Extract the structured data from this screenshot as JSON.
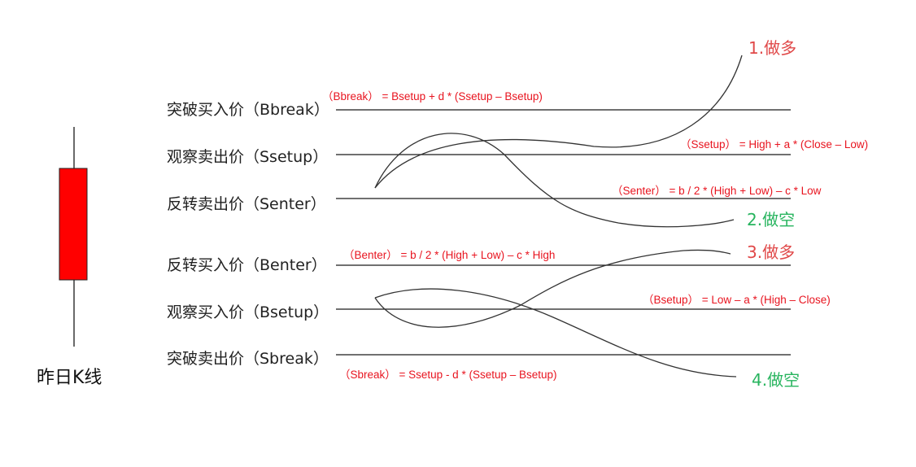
{
  "candle": {
    "caption": "昨日K线",
    "body_color": "#ff0000"
  },
  "levels": [
    {
      "id": "bbreak",
      "label": "突破买入价（Bbreak）"
    },
    {
      "id": "ssetup",
      "label": "观察卖出价（Ssetup）"
    },
    {
      "id": "senter",
      "label": "反转卖出价（Senter）"
    },
    {
      "id": "benter",
      "label": "反转买入价（Benter）"
    },
    {
      "id": "bsetup",
      "label": "观察买入价（Bsetup）"
    },
    {
      "id": "sbreak",
      "label": "突破卖出价（Sbreak）"
    }
  ],
  "formulas": {
    "bbreak": "（Bbreak） = Bsetup + d * (Ssetup – Bsetup)",
    "ssetup": "（Ssetup） = High + a * (Close – Low)",
    "senter": "（Senter） = b / 2 * (High + Low) – c * Low",
    "benter": "（Benter） = b / 2 * (High + Low) – c * High",
    "bsetup": "（Bsetup） = Low – a * (High – Close)",
    "sbreak": "（Sbreak） = Ssetup - d * (Ssetup – Bsetup)"
  },
  "signals": [
    {
      "label": "1.做多",
      "color": "#e04848"
    },
    {
      "label": "2.做空",
      "color": "#27b45e"
    },
    {
      "label": "3.做多",
      "color": "#e04848"
    },
    {
      "label": "4.做空",
      "color": "#27b45e"
    }
  ],
  "colors": {
    "formula": "#e8141f",
    "line": "#1a1a1a"
  }
}
